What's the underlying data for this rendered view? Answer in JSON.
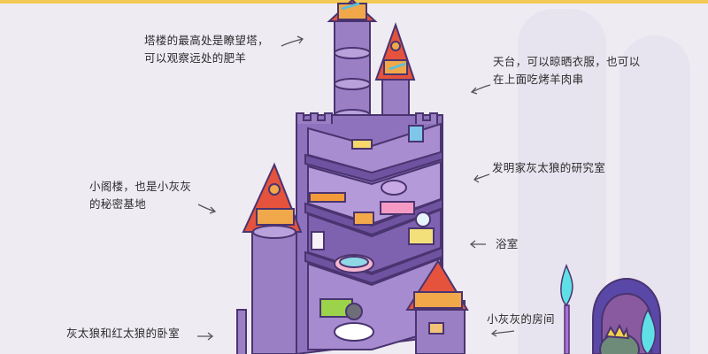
{
  "diagram": {
    "subject": "cutaway castle illustration",
    "colors": {
      "background": "#efebf3",
      "top_strip": "#f4c955",
      "castle_wall": "#9b7fc4",
      "castle_wall_dark": "#7a5ca8",
      "castle_outline": "#4a3470",
      "roof_red": "#e5533d",
      "roof_stripes": "#f0a84a",
      "torch_flame": "#5fe0e6",
      "label_text": "#2b2b2b"
    },
    "labels": [
      {
        "id": "lookout",
        "lines": [
          "塔楼的最高处是瞭望塔，",
          "可以观察远处的肥羊"
        ],
        "arrow": "up-right"
      },
      {
        "id": "rooftop",
        "lines": [
          "天台，可以晾晒衣服，也可以",
          "在上面吃烤羊肉串"
        ],
        "arrow": "left"
      },
      {
        "id": "lab",
        "lines": [
          "发明家灰太狼的研究室"
        ],
        "arrow": "left"
      },
      {
        "id": "attic",
        "lines": [
          "小阁楼，也是小灰灰",
          "的秘密基地"
        ],
        "arrow": "down-right"
      },
      {
        "id": "bathroom",
        "lines": [
          "浴室"
        ],
        "arrow": "left"
      },
      {
        "id": "xiaohuihui_room",
        "lines": [
          "小灰灰的房间"
        ],
        "arrow": "left"
      },
      {
        "id": "bedroom",
        "lines": [
          "灰太狼和红太狼的卧室"
        ],
        "arrow": "right"
      }
    ]
  }
}
